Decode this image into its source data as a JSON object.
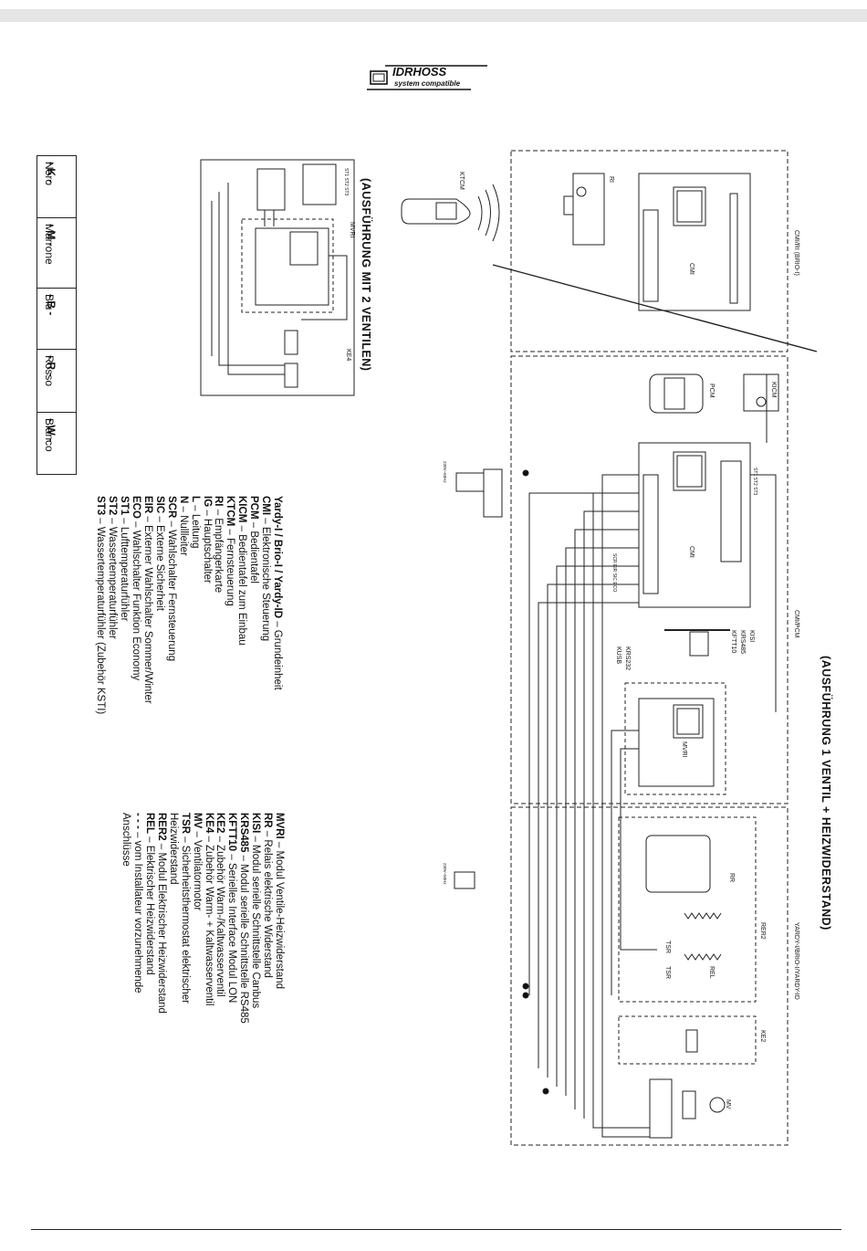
{
  "logo": {
    "brand": "IDRHOSS",
    "tagline": "system compatible"
  },
  "titles": {
    "main": "(AUSFÜHRUNG 1 VENTIL + HEIZWIDERSTAND)",
    "two_valves": "(AUSFÜHRUNG MIT 2 VENTILEN)"
  },
  "diagram_labels": {
    "cmi_ri": "CMI/RI (BRIO-I)",
    "cmi_pcm": "CMI/PCM",
    "yardy": "YARDY-I/BRIO-I/YARDY-ID",
    "cmi": "CMI",
    "ri": "RI",
    "ktcm": "KTCM",
    "kicm": "KICM",
    "pcm": "PCM",
    "mvri": "MVRI",
    "ke4": "KE4",
    "ke2": "KE2",
    "rer2": "RER2",
    "rr": "RR",
    "tsr1": "TSR",
    "tsr2": "TSR",
    "rel": "REL",
    "mv": "MV",
    "kisi": "KISI",
    "krs485": "KRS485",
    "kftt10": "KFTT10",
    "krs232": "KRS232",
    "kusb": "KUSB",
    "st_group": "ST1 ST2 ST3",
    "sw_group": "SCR EIR SIC ECO",
    "supply": "230V~50Hz"
  },
  "legend_left": [
    {
      "abbr": "Yardy-I / Brio-I / Yardy-ID",
      "text": " – Grundeinheit"
    },
    {
      "abbr": "CMI",
      "text": " – Elektronische Steuerung"
    },
    {
      "abbr": "PCM",
      "text": " – Bedientafel"
    },
    {
      "abbr": "KICM",
      "text": " – Bedientafel zum Einbau"
    },
    {
      "abbr": "KTCM",
      "text": " – Fernsteuerung"
    },
    {
      "abbr": "RI",
      "text": " – Empfängerkarte"
    },
    {
      "abbr": "IG",
      "text": " – Hauptschalter"
    },
    {
      "abbr": "L",
      "text": " – Leitung"
    },
    {
      "abbr": "N",
      "text": " – Nullleiter"
    },
    {
      "abbr": "SCR",
      "text": " – Wahlschalter Fernsteuerung"
    },
    {
      "abbr": "SIC",
      "text": " – Externe Sicherheit"
    },
    {
      "abbr": "EIR",
      "text": " – Externer Wahlschalter Sommer/Winter"
    },
    {
      "abbr": "ECO",
      "text": " – Wahlschalter Funktion Economy"
    },
    {
      "abbr": "ST1",
      "text": " – Lufttemperaturfühler"
    },
    {
      "abbr": "ST2",
      "text": " – Wassertemperaturfühler"
    },
    {
      "abbr": "ST3",
      "text": " – Wassertemperaturfühler (Zubehör KSTI)"
    }
  ],
  "legend_right": [
    {
      "abbr": "MVRI",
      "text": " – Modul Ventile-Heizwiderstand"
    },
    {
      "abbr": "RR",
      "text": " – Relais elektrische Widerstand"
    },
    {
      "abbr": "KISI",
      "text": " – Modul serielle Schnittstelle Canbus"
    },
    {
      "abbr": "KRS485",
      "text": " – Modul serielle Schnittstelle RS485"
    },
    {
      "abbr": "KFTT10",
      "text": " – Serielles Interface Modul LON"
    },
    {
      "abbr": "KE2",
      "text": " – Zubehör Warm-/Kaltwasserventil"
    },
    {
      "abbr": "KE4",
      "text": " – Zubehör Warm- + Kaltwasserventil"
    },
    {
      "abbr": "MV",
      "text": " – Ventilatormotor"
    },
    {
      "abbr": "TSR",
      "text": " – Sicherheitsthermostat elektrischer"
    },
    {
      "abbr": "",
      "text": "Heizwiderstand"
    },
    {
      "abbr": "RER2",
      "text": " – Modul Elektrischer Heizwiderstand"
    },
    {
      "abbr": "REL",
      "text": " – Elektrischer Heizwiderstand"
    },
    {
      "abbr": "- - -",
      "text": " – vom Installateur vorzunehmende"
    },
    {
      "abbr": "",
      "text": "Anschlüsse"
    }
  ],
  "wire_colors": [
    {
      "code": "- K -",
      "name": "Nero"
    },
    {
      "code": "- M -",
      "name": "Marrone"
    },
    {
      "code": "- B -",
      "name": "Blu"
    },
    {
      "code": "- R -",
      "name": "Rosso"
    },
    {
      "code": "- W -",
      "name": "Bianco"
    }
  ]
}
